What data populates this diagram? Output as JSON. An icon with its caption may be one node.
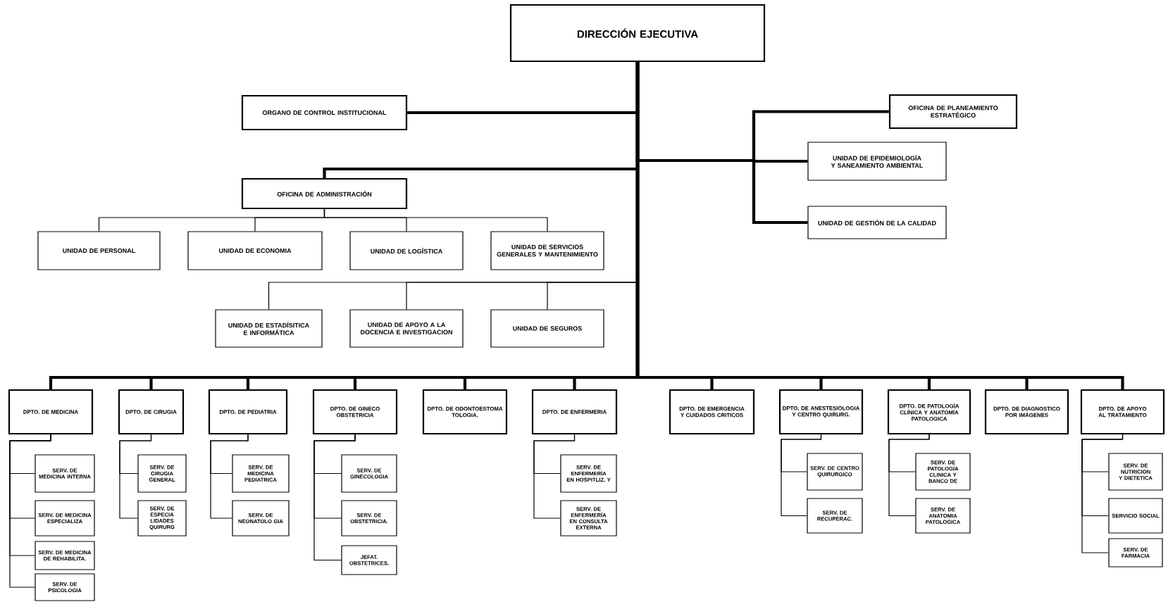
{
  "diagram": {
    "nodes": [
      {
        "text": [
          "DIRECCIÓN  EJECUTIVA"
        ]
      },
      {
        "text": [
          "ORGANO DE CONTROL INSTITUCIONAL"
        ]
      },
      {
        "text": [
          "OFICINA DE PLANEAMIENTO ESTRATÉGICO"
        ]
      },
      {
        "text": [
          "UNIDAD DE EPIDEMIOLOGÍA Y SANEAMIENTO AMBIENTAL"
        ]
      },
      {
        "text": [
          "UNIDAD DE GESTIÓN DE LA CALIDAD"
        ]
      },
      {
        "text": [
          "OFICINA DE ADMINISTRACIÓN"
        ]
      },
      {
        "text": [
          "UNIDAD DE PERSONAL"
        ]
      },
      {
        "text": [
          "UNIDAD DE ECONOMIA"
        ]
      },
      {
        "text": [
          "UNIDAD DE LOGÍSTICA"
        ]
      },
      {
        "text": [
          "UNIDAD DE SERVICIOS GENERALES Y MANTENIMIENTO"
        ]
      },
      {
        "text": [
          "UNIDAD DE ESTADÍSITICA E INFORMÁTICA"
        ]
      },
      {
        "text": [
          "UNIDAD DE APOYO A LA DOCENCIA E INVESTIGACION"
        ]
      },
      {
        "text": [
          "UNIDAD DE SEGUROS"
        ]
      },
      {
        "text": [
          "DPTO. DE MEDICINA"
        ]
      },
      {
        "text": [
          "DPTO. DE CIRUGIA"
        ]
      },
      {
        "text": [
          "DPTO. DE PEDIATRIA"
        ]
      },
      {
        "text": [
          "DPTO. DE GINECO OBSTETRICIA"
        ]
      },
      {
        "text": [
          "DPTO. DE ODONTOESTOMA TOLOGIA."
        ]
      },
      {
        "text": [
          "DPTO. DE ENFERMERIA"
        ]
      },
      {
        "text": [
          "DPTO. DE EMERGENCIA Y CUIDADOS CRITICOS"
        ]
      },
      {
        "text": [
          "DPTO. DE ANESTESIOLOGIA Y CENTRO QUIRURG."
        ]
      },
      {
        "text": [
          "DPTO. DE PATOLOGÍA CLÍNICA Y ANATOMÍA PATOLOGICA"
        ]
      },
      {
        "text": [
          "DPTO. DE DIAGNOSTICO POR IMÁGENES"
        ]
      },
      {
        "text": [
          "DPTO. DE APOYO AL TRATAMIENTO"
        ]
      },
      {
        "text": [
          "SERV. DE MEDICINA INTERNA"
        ]
      },
      {
        "text": [
          "SERV. DE MEDICINA ESPECIALIZA"
        ]
      },
      {
        "text": [
          "SERV. DE MEDICINA DE REHABILITA."
        ]
      },
      {
        "text": [
          "SERV. DE PSICOLOGIA"
        ]
      },
      {
        "text": [
          "SERV. DE CIRUGIA GENERAL"
        ]
      },
      {
        "text": [
          "SERV. DE ESPECIA LIDADES QUIRURG"
        ]
      },
      {
        "text": [
          "SERV. DE MEDICINA PEDIATRICA"
        ]
      },
      {
        "text": [
          "SERV. DE NEONATOLO GIA"
        ]
      },
      {
        "text": [
          "SERV. DE GINECOLOGIA"
        ]
      },
      {
        "text": [
          "SERV. DE OBSTETRICIA."
        ]
      },
      {
        "text": [
          "JEFAT. OBSTETRICES."
        ]
      },
      {
        "text": [
          "SERV. DE ENFERMERÍA EN HOSPITLIZ. Y"
        ]
      },
      {
        "text": [
          "SERV. DE ENFERMERÍA EN CONSULTA EXTERNA"
        ]
      },
      {
        "text": [
          "SERV. DE CENTRO QUIRURGICO"
        ]
      },
      {
        "text": [
          "SERV. DE RECUPERAC."
        ]
      },
      {
        "text": [
          "SERV. DE PATOLOGÍA CLINICA Y BANCO DE"
        ]
      },
      {
        "text": [
          "SERV. DE ANATOMIA PATOLOGICA"
        ]
      },
      {
        "text": [
          "SERV. DE NUTRICION Y DIETETICA"
        ]
      },
      {
        "text": [
          "SERVICIO SOCIAL"
        ]
      },
      {
        "text": [
          "SERV. DE FARMACIA"
        ]
      }
    ],
    "edges": [
      {
        "from": 0,
        "to": 1,
        "arrow": "none",
        "style": "thick"
      },
      {
        "from": 0,
        "to": 2,
        "arrow": "none",
        "style": "thick"
      },
      {
        "from": 0,
        "to": 3,
        "arrow": "none",
        "style": "thick"
      },
      {
        "from": 0,
        "to": 4,
        "arrow": "none",
        "style": "thick"
      },
      {
        "from": 0,
        "to": 5,
        "arrow": "none",
        "style": "thick"
      },
      {
        "from": 5,
        "to": 6,
        "arrow": "none"
      },
      {
        "from": 5,
        "to": 7,
        "arrow": "none"
      },
      {
        "from": 5,
        "to": 8,
        "arrow": "none"
      },
      {
        "from": 5,
        "to": 9,
        "arrow": "none"
      },
      {
        "from": 0,
        "to": 10,
        "arrow": "none"
      },
      {
        "from": 0,
        "to": 11,
        "arrow": "none"
      },
      {
        "from": 0,
        "to": 12,
        "arrow": "none"
      },
      {
        "from": 0,
        "to": 13,
        "arrow": "none",
        "style": "thick"
      },
      {
        "from": 0,
        "to": 14,
        "arrow": "none",
        "style": "thick"
      },
      {
        "from": 0,
        "to": 15,
        "arrow": "none",
        "style": "thick"
      },
      {
        "from": 0,
        "to": 16,
        "arrow": "none",
        "style": "thick"
      },
      {
        "from": 0,
        "to": 17,
        "arrow": "none",
        "style": "thick"
      },
      {
        "from": 0,
        "to": 18,
        "arrow": "none",
        "style": "thick"
      },
      {
        "from": 0,
        "to": 19,
        "arrow": "none",
        "style": "thick"
      },
      {
        "from": 0,
        "to": 20,
        "arrow": "none",
        "style": "thick"
      },
      {
        "from": 0,
        "to": 21,
        "arrow": "none",
        "style": "thick"
      },
      {
        "from": 0,
        "to": 22,
        "arrow": "none",
        "style": "thick"
      },
      {
        "from": 0,
        "to": 23,
        "arrow": "none",
        "style": "thick"
      },
      {
        "from": 13,
        "to": 24,
        "arrow": "none"
      },
      {
        "from": 13,
        "to": 25,
        "arrow": "none"
      },
      {
        "from": 13,
        "to": 26,
        "arrow": "none"
      },
      {
        "from": 13,
        "to": 27,
        "arrow": "none"
      },
      {
        "from": 14,
        "to": 28,
        "arrow": "none"
      },
      {
        "from": 14,
        "to": 29,
        "arrow": "none"
      },
      {
        "from": 15,
        "to": 30,
        "arrow": "none"
      },
      {
        "from": 15,
        "to": 31,
        "arrow": "none"
      },
      {
        "from": 16,
        "to": 32,
        "arrow": "none"
      },
      {
        "from": 16,
        "to": 33,
        "arrow": "none"
      },
      {
        "from": 16,
        "to": 34,
        "arrow": "none"
      },
      {
        "from": 18,
        "to": 35,
        "arrow": "none"
      },
      {
        "from": 18,
        "to": 36,
        "arrow": "none"
      },
      {
        "from": 20,
        "to": 37,
        "arrow": "none"
      },
      {
        "from": 20,
        "to": 38,
        "arrow": "none"
      },
      {
        "from": 21,
        "to": 39,
        "arrow": "none"
      },
      {
        "from": 21,
        "to": 40,
        "arrow": "none"
      },
      {
        "from": 23,
        "to": 41,
        "arrow": "none"
      },
      {
        "from": 23,
        "to": 42,
        "arrow": "none"
      },
      {
        "from": 23,
        "to": 43,
        "arrow": "none"
      }
    ]
  }
}
